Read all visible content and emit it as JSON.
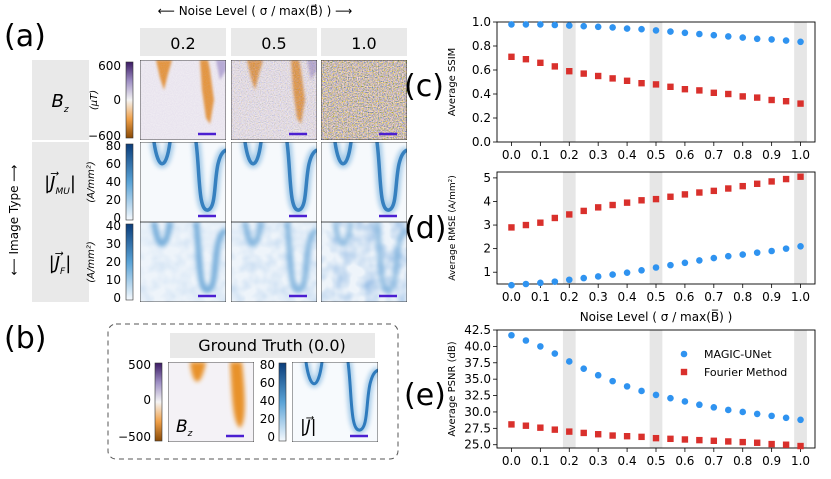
{
  "panel_labels": {
    "a": "(a)",
    "b": "(b)",
    "c": "(c)",
    "d": "(d)",
    "e": "(e)"
  },
  "left": {
    "noise_header": "⟵ Noise Level ( σ / max(B⃗) ) ⟶",
    "image_type_label": "⟵ Image Type ⟶",
    "noise_columns": [
      "0.2",
      "0.5",
      "1.0"
    ],
    "rows": [
      {
        "label": "B",
        "label_sub": "z",
        "unit": "(μT)",
        "ticks": [
          "600",
          "0",
          "−600"
        ]
      },
      {
        "label": "|J⃗",
        "label_sub": "MU",
        "label_end": "|",
        "unit": "(A/mm²)",
        "ticks": [
          "80",
          "60",
          "40",
          "20",
          "0"
        ]
      },
      {
        "label": "|J⃗",
        "label_sub": "F",
        "label_end": "|",
        "unit": "(A/mm²)",
        "ticks": [
          "40",
          "30",
          "20",
          "10",
          "0"
        ]
      }
    ],
    "ground_truth": {
      "title": "Ground Truth (0.0)",
      "bz_ticks": [
        "500",
        "0",
        "−500"
      ],
      "j_ticks": [
        "80",
        "60",
        "40",
        "20",
        "0"
      ],
      "bz_label": "B",
      "bz_sub": "z",
      "j_label": "|J⃗|"
    }
  },
  "colors": {
    "magic": "#2f93f0",
    "fourier": "#d9302c",
    "shade": "#e6e6e6",
    "header_box": "#e9e9e9",
    "scalebar": "#4b1fd1",
    "blue_map": "#2f7bbd",
    "orange_map": "#e8922a"
  },
  "chart_data": [
    {
      "type": "scatter",
      "panel": "(c)",
      "title": "",
      "ylabel": "Average SSIM",
      "xlabel": "",
      "ylim": [
        0.0,
        1.0
      ],
      "xlim": [
        -0.05,
        1.05
      ],
      "yticks": [
        "0.0",
        "0.2",
        "0.4",
        "0.6",
        "0.8",
        "1.0"
      ],
      "shaded_x": [
        0.2,
        0.5,
        1.0
      ],
      "x": [
        0.0,
        0.05,
        0.1,
        0.15,
        0.2,
        0.25,
        0.3,
        0.35,
        0.4,
        0.45,
        0.5,
        0.55,
        0.6,
        0.65,
        0.7,
        0.75,
        0.8,
        0.85,
        0.9,
        0.95,
        1.0
      ],
      "series": [
        {
          "name": "MAGIC-UNet",
          "marker": "circle",
          "values": [
            0.98,
            0.98,
            0.98,
            0.975,
            0.97,
            0.965,
            0.96,
            0.955,
            0.945,
            0.94,
            0.93,
            0.92,
            0.91,
            0.9,
            0.89,
            0.88,
            0.87,
            0.86,
            0.855,
            0.845,
            0.835
          ]
        },
        {
          "name": "Fourier Method",
          "marker": "square",
          "values": [
            0.71,
            0.69,
            0.66,
            0.63,
            0.59,
            0.57,
            0.55,
            0.53,
            0.51,
            0.49,
            0.48,
            0.46,
            0.44,
            0.43,
            0.41,
            0.4,
            0.38,
            0.37,
            0.35,
            0.34,
            0.32
          ]
        }
      ]
    },
    {
      "type": "scatter",
      "panel": "(d)",
      "title": "",
      "ylabel": "Average RMSE (A/mm²)",
      "xlabel": "",
      "ylim": [
        0.5,
        5.25
      ],
      "xlim": [
        -0.05,
        1.05
      ],
      "yticks": [
        "1",
        "2",
        "3",
        "4",
        "5"
      ],
      "shaded_x": [
        0.2,
        0.5,
        1.0
      ],
      "x": [
        0.0,
        0.05,
        0.1,
        0.15,
        0.2,
        0.25,
        0.3,
        0.35,
        0.4,
        0.45,
        0.5,
        0.55,
        0.6,
        0.65,
        0.7,
        0.75,
        0.8,
        0.85,
        0.9,
        0.95,
        1.0
      ],
      "series": [
        {
          "name": "MAGIC-UNet",
          "marker": "circle",
          "values": [
            0.45,
            0.5,
            0.55,
            0.6,
            0.68,
            0.75,
            0.82,
            0.9,
            0.98,
            1.08,
            1.2,
            1.3,
            1.4,
            1.5,
            1.6,
            1.68,
            1.75,
            1.83,
            1.9,
            2.0,
            2.1
          ]
        },
        {
          "name": "Fourier Method",
          "marker": "square",
          "values": [
            2.9,
            3.0,
            3.1,
            3.3,
            3.45,
            3.6,
            3.75,
            3.85,
            3.95,
            4.05,
            4.1,
            4.2,
            4.3,
            4.38,
            4.45,
            4.55,
            4.65,
            4.75,
            4.85,
            4.95,
            5.05
          ]
        }
      ]
    },
    {
      "type": "scatter",
      "panel": "(e)",
      "title": "",
      "ylabel": "Average PSNR (dB)",
      "xlabel": "Noise Level ( σ / max(B̅) )",
      "ylim": [
        24.5,
        42.5
      ],
      "xlim": [
        -0.05,
        1.05
      ],
      "xticks": [
        "0.0",
        "0.1",
        "0.2",
        "0.3",
        "0.4",
        "0.5",
        "0.6",
        "0.7",
        "0.8",
        "0.9",
        "1.0"
      ],
      "yticks": [
        "25.0",
        "27.5",
        "30.0",
        "32.5",
        "35.0",
        "37.5",
        "40.0",
        "42.5"
      ],
      "shaded_x": [
        0.2,
        0.5,
        1.0
      ],
      "legend_position": "right",
      "x": [
        0.0,
        0.05,
        0.1,
        0.15,
        0.2,
        0.25,
        0.3,
        0.35,
        0.4,
        0.45,
        0.5,
        0.55,
        0.6,
        0.65,
        0.7,
        0.75,
        0.8,
        0.85,
        0.9,
        0.95,
        1.0
      ],
      "series": [
        {
          "name": "MAGIC-UNet",
          "marker": "circle",
          "values": [
            41.7,
            40.9,
            40.0,
            38.9,
            37.7,
            36.6,
            35.6,
            34.7,
            33.9,
            33.2,
            32.6,
            32.1,
            31.6,
            31.1,
            30.7,
            30.3,
            30.0,
            29.7,
            29.4,
            29.1,
            28.8
          ]
        },
        {
          "name": "Fourier Method",
          "marker": "square",
          "values": [
            28.1,
            27.9,
            27.6,
            27.3,
            27.0,
            26.8,
            26.6,
            26.4,
            26.3,
            26.2,
            26.0,
            25.9,
            25.8,
            25.7,
            25.6,
            25.5,
            25.4,
            25.3,
            25.1,
            25.0,
            24.8
          ]
        }
      ]
    }
  ]
}
